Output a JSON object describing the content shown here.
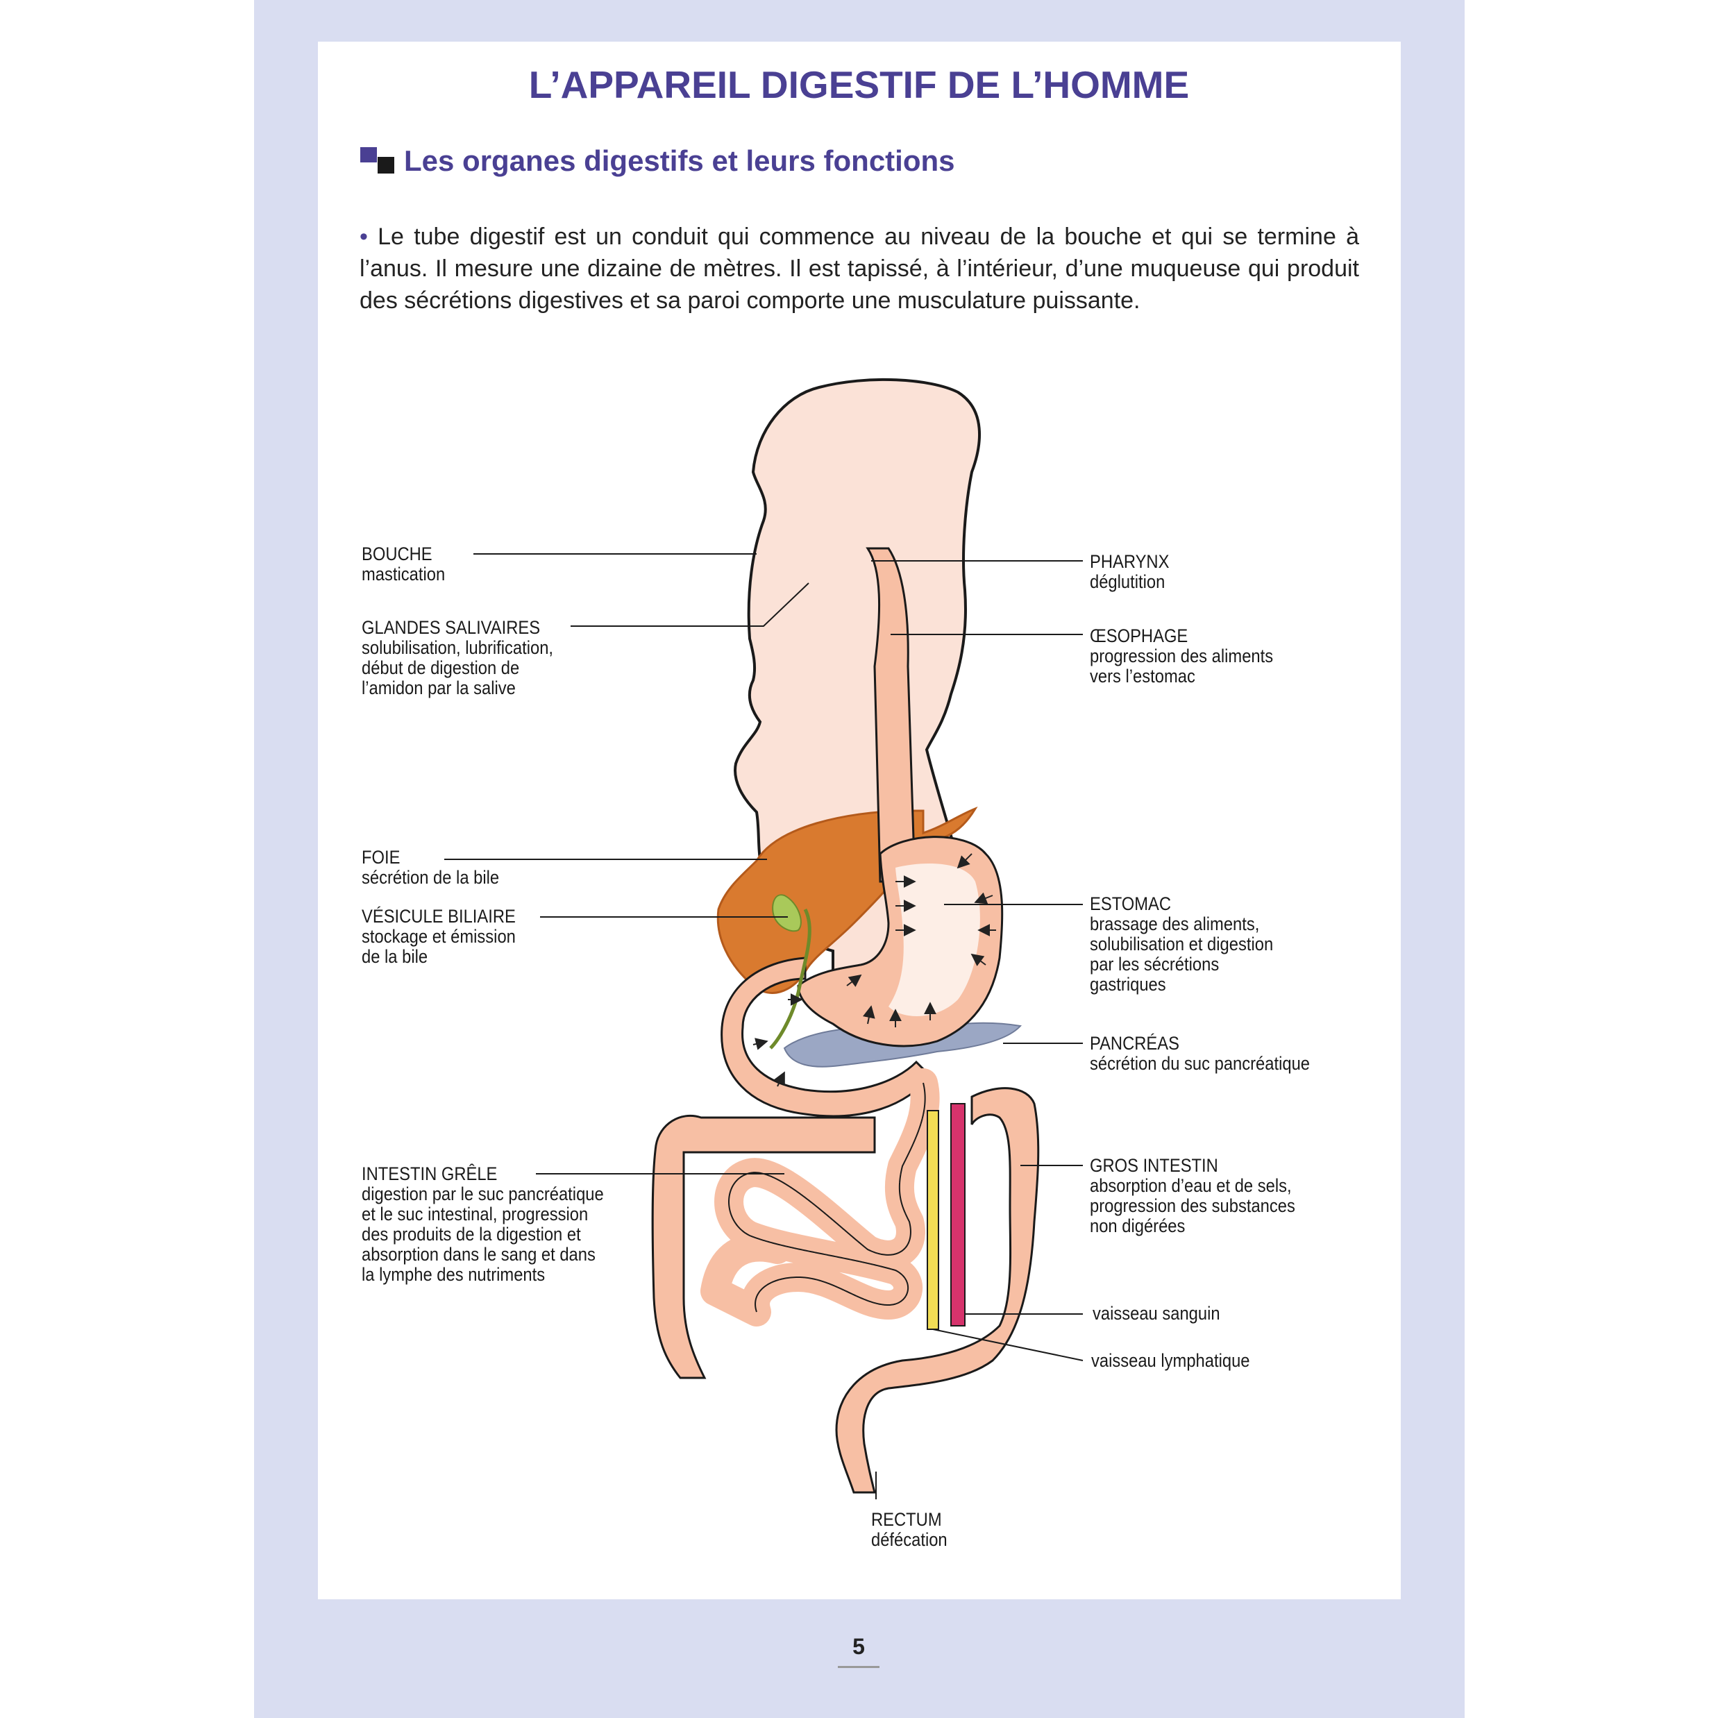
{
  "title": "L’APPAREIL DIGESTIF DE L’HOMME",
  "section": {
    "icon": "section-square-icon",
    "title": "Les organes digestifs et leurs fonctions"
  },
  "intro": {
    "bullet": "•",
    "text": "Le tube digestif est un conduit qui commence au niveau de la bouche et qui se termine à l’anus. Il mesure une dizaine de mètres. Il est tapissé, à l’intérieur, d’une muqueuse qui produit des sécrétions digestives et sa paroi comporte une musculature puissante."
  },
  "labels": {
    "bouche": {
      "name": "BOUCHE",
      "desc": [
        "mastication"
      ]
    },
    "glandes": {
      "name": "GLANDES SALIVAIRES",
      "desc": [
        "solubilisation, lubrification,",
        "début de digestion de",
        "l’amidon par la salive"
      ]
    },
    "foie": {
      "name": "FOIE",
      "desc": [
        "sécrétion de la bile"
      ]
    },
    "vesicule": {
      "name": "VÉSICULE BILIAIRE",
      "desc": [
        "stockage et émission",
        "de la bile"
      ]
    },
    "intestin_grele": {
      "name": "INTESTIN GRÊLE",
      "desc": [
        "digestion par le suc pancréatique",
        "et le suc intestinal, progression",
        "des produits de la digestion et",
        "absorption dans le sang et dans",
        "la lymphe des nutriments"
      ]
    },
    "pharynx": {
      "name": "PHARYNX",
      "desc": [
        "déglutition"
      ]
    },
    "oesophage": {
      "name": "ŒSOPHAGE",
      "desc": [
        "progression des aliments",
        "vers l’estomac"
      ]
    },
    "estomac": {
      "name": "ESTOMAC",
      "desc": [
        "brassage des aliments,",
        "solubilisation et digestion",
        "par les sécrétions",
        "gastriques"
      ]
    },
    "pancreas": {
      "name": "PANCRÉAS",
      "desc": [
        "sécrétion du suc pancréatique"
      ]
    },
    "gros_intestin": {
      "name": "GROS INTESTIN",
      "desc": [
        "absorption d’eau et de sels,",
        "progression des substances",
        "non digérées"
      ]
    },
    "vaisseau_sanguin": {
      "name": "vaisseau sanguin",
      "desc": []
    },
    "vaisseau_lymphatique": {
      "name": "vaisseau lymphatique",
      "desc": []
    },
    "rectum": {
      "name": "RECTUM",
      "desc": [
        "défécation"
      ]
    }
  },
  "colors": {
    "title": "#4a4093",
    "page_frame": "#d9ddf1",
    "skin": "#fbe2d7",
    "tract": "#f7bfa4",
    "liver": "#d97a2f",
    "gallbladder": "#a9c95a",
    "pancreas": "#9ba7c4",
    "blood_vessel": "#d6336c",
    "lymph_vessel": "#f2dd55"
  },
  "page_number": "5"
}
